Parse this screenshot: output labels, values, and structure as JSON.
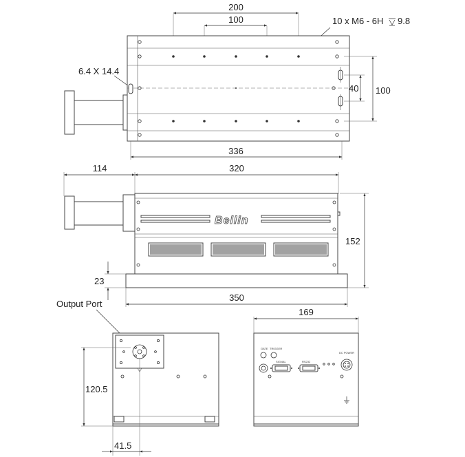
{
  "top_view": {
    "dim_200": "200",
    "dim_100_top": "100",
    "thread_note": "10 x  M6 - 6H",
    "thread_depth": "9.8",
    "slot_note": "6.4 X 14.4",
    "dim_40": "40",
    "dim_100_side": "100",
    "dim_336": "336"
  },
  "front_view": {
    "dim_114": "114",
    "dim_320": "320",
    "dim_152": "152",
    "dim_23": "23",
    "dim_350": "350",
    "brand": "Bellin"
  },
  "left_view": {
    "output_port_label": "Output Port",
    "dim_120_5": "120.5",
    "dim_41_5": "41.5"
  },
  "rear_view": {
    "dim_169": "169",
    "gate_label": "GATE",
    "trigger_label": "TRIGGER",
    "signal_label": "SIGNAL",
    "rs232_label": "RS232",
    "dc_power_label": "DC POWER"
  }
}
